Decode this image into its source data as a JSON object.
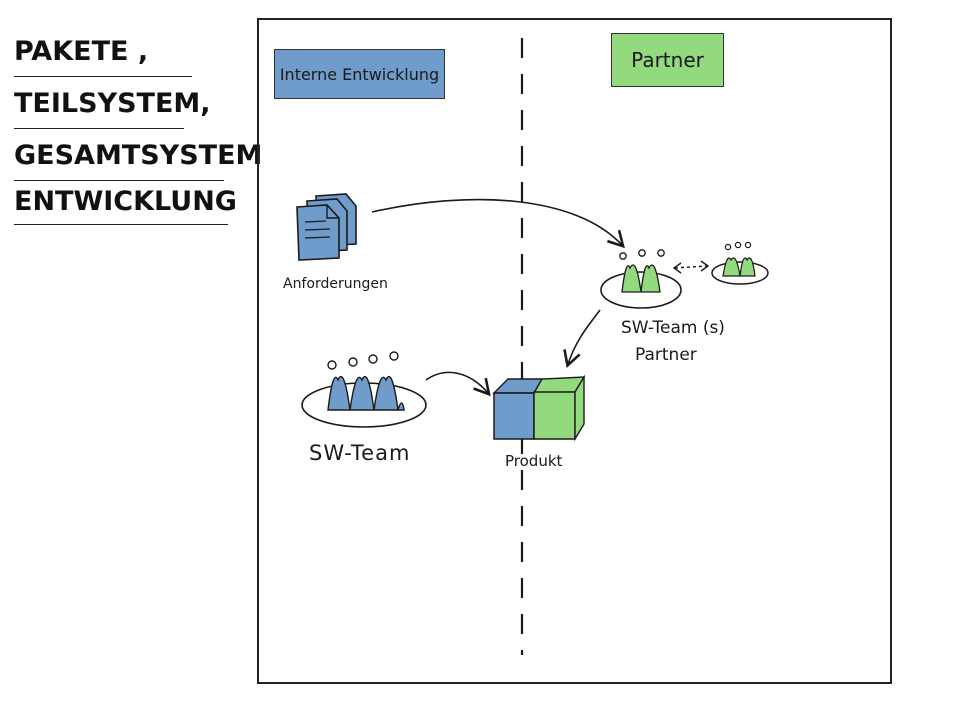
{
  "title": {
    "lines": [
      "PAKETE ,",
      "TEILSYSTEM,",
      "GESAMTSYSTEM",
      "ENTWICKLUNG"
    ]
  },
  "lanes": {
    "left_label": "Interne Entwicklung",
    "right_label": "Partner"
  },
  "nodes": {
    "requirements_label": "Anforderungen",
    "sw_team_label": "SW-Team",
    "partner_team_label_line1": "SW-Team (s)",
    "partner_team_label_line2": "Partner",
    "product_label": "Produkt"
  },
  "colors": {
    "internal_blue": "#6f9ccb",
    "partner_green": "#93d97d",
    "ink": "#1a1a1a"
  }
}
